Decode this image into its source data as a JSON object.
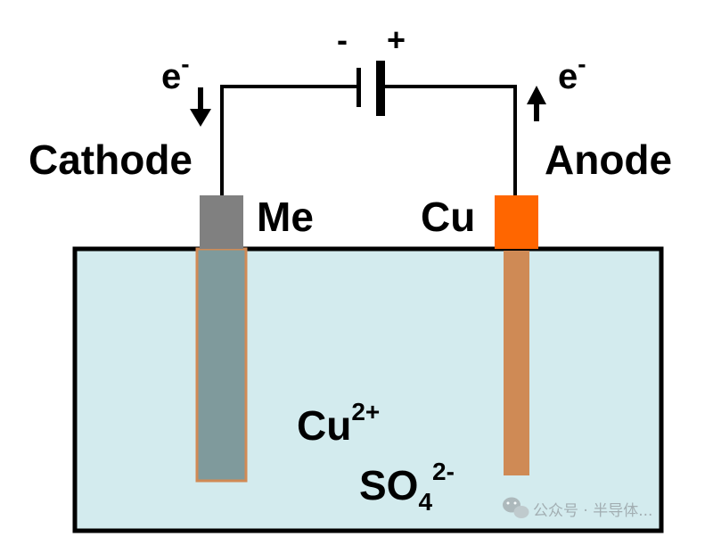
{
  "labels": {
    "battery_minus": "-",
    "battery_plus": "+",
    "electron_left": "e",
    "electron_left_sup": "-",
    "electron_right": "e",
    "electron_right_sup": "-",
    "cathode": "Cathode",
    "anode": "Anode",
    "cathode_metal": "Me",
    "anode_metal": "Cu",
    "ion_copper": "Cu",
    "ion_copper_sup": "2+",
    "ion_sulfate": "SO",
    "ion_sulfate_sub": "4",
    "ion_sulfate_sup": "2-"
  },
  "watermark": {
    "icon": "wechat-icon",
    "text": "公众号 · 半导体..."
  },
  "colors": {
    "electrolyte": "#d3ebee",
    "cathode_top": "#808080",
    "cathode_rod": "#7f9a9c",
    "cathode_border": "#d18a55",
    "anode_top": "#ff6600",
    "anode_rod": "#cf8a55",
    "wire": "#000000"
  }
}
